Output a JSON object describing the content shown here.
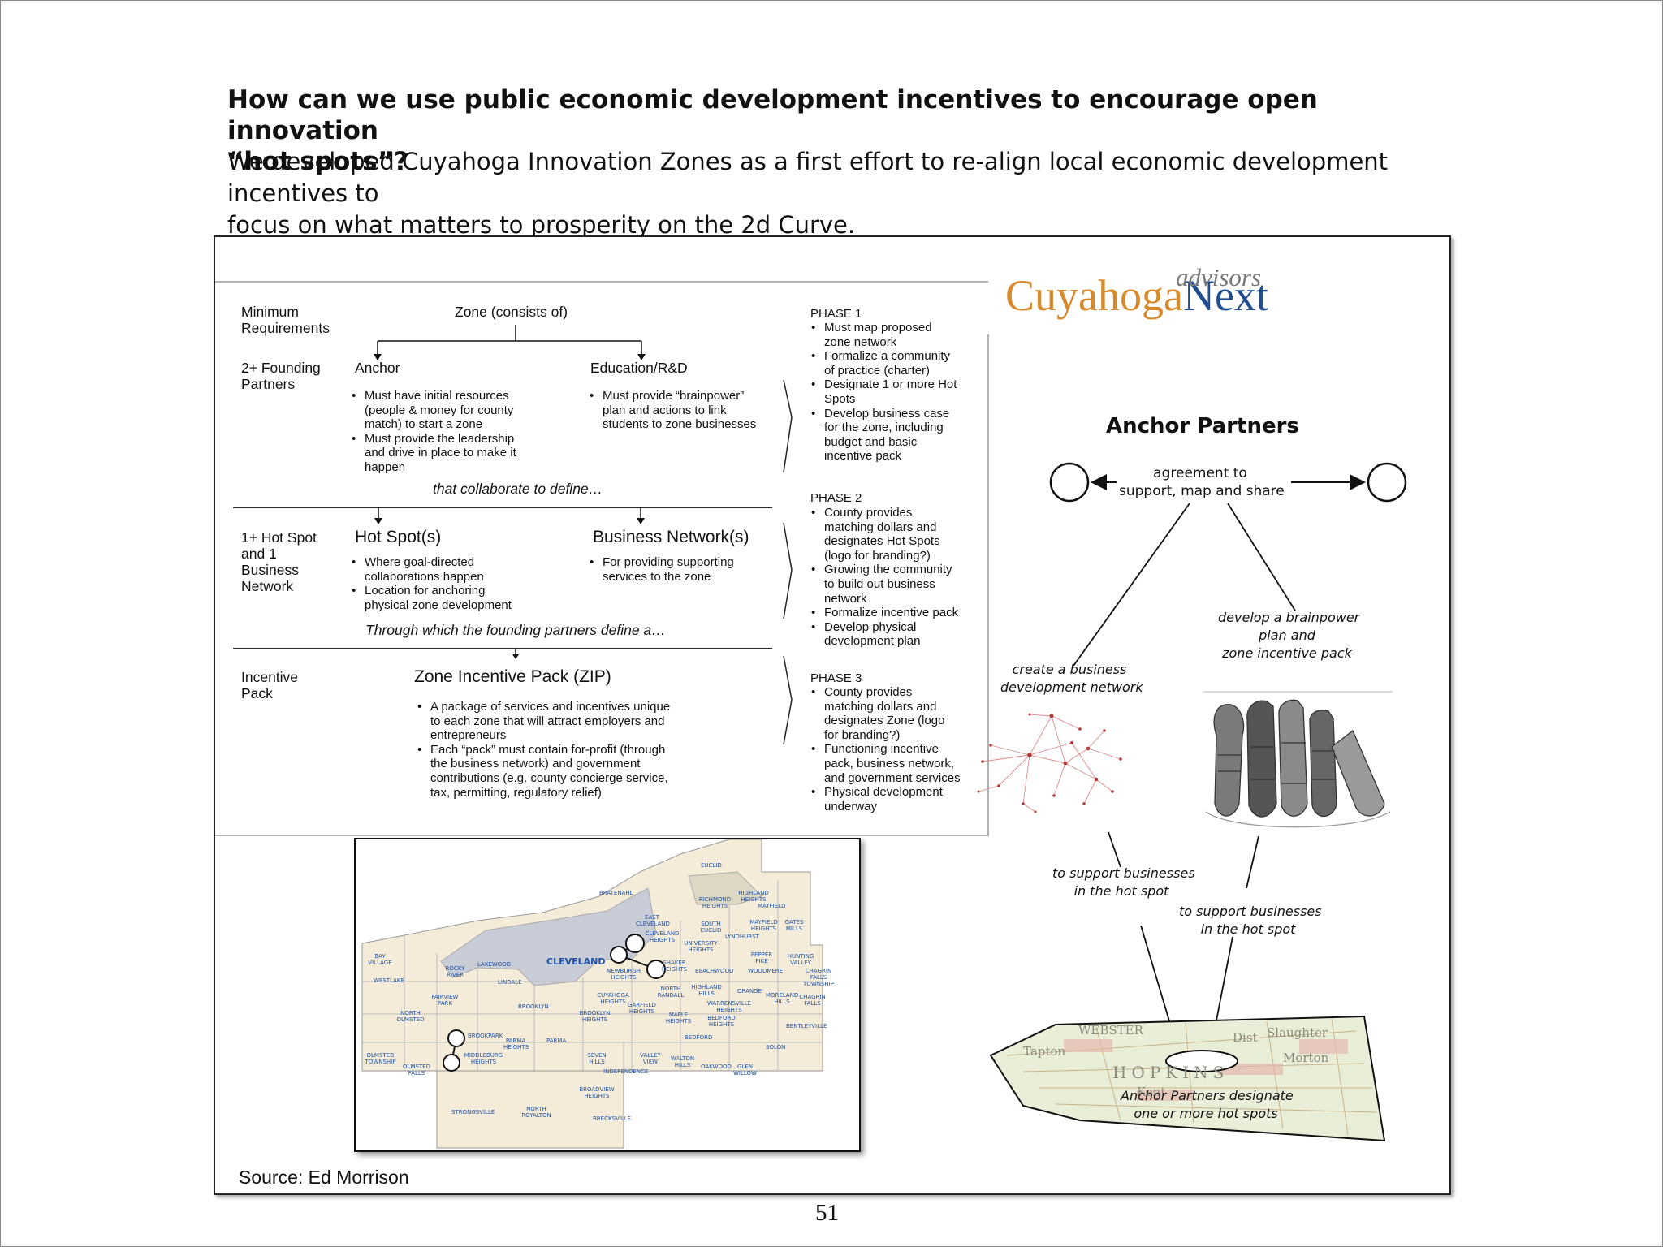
{
  "slide": {
    "heading_line1": "How can we use public economic development incentives to encourage open innovation",
    "heading_line2": "“hot spots”?",
    "subtext_line1": "We developed Cuyahoga Innovation Zones as a first effort to re-align local economic development incentives to",
    "subtext_line2": "focus on what matters to prosperity on the 2d Curve.",
    "source": "Source: Ed Morrison",
    "page_number": "51"
  },
  "diagram": {
    "row1_label": [
      "Minimum",
      "Requirements"
    ],
    "zone_header": "Zone (consists of)",
    "row2_label": [
      "2+ Founding",
      "Partners"
    ],
    "anchor_title": "Anchor",
    "anchor_bullets": [
      [
        "Must have initial resources",
        "(people & money for county",
        "match) to start a zone"
      ],
      [
        "Must provide the leadership",
        "and drive in place to make it",
        "happen"
      ]
    ],
    "edu_title": "Education/R&D",
    "edu_bullets": [
      [
        "Must provide “brainpower”",
        "plan and actions to link",
        "students to zone businesses"
      ]
    ],
    "collab_text": "that collaborate to define…",
    "row3_label": [
      "1+ Hot Spot",
      "and 1",
      "Business",
      "Network"
    ],
    "hotspot_title": "Hot Spot(s)",
    "hotspot_bullets": [
      [
        "Where goal-directed",
        "collaborations happen"
      ],
      [
        "Location for anchoring",
        "physical zone development"
      ]
    ],
    "bn_title": "Business Network(s)",
    "bn_bullets": [
      [
        "For providing supporting",
        "services to the zone"
      ]
    ],
    "through_text": "Through which the founding partners define a…",
    "row4_label": [
      "Incentive",
      "Pack"
    ],
    "zip_title": "Zone Incentive Pack (ZIP)",
    "zip_bullets": [
      [
        "A package of services and incentives unique",
        "to each zone that will attract employers and",
        "entrepreneurs"
      ],
      [
        "Each “pack” must contain for-profit (through",
        "the business network) and government",
        "contributions (e.g. county concierge service,",
        "tax, permitting, regulatory relief)"
      ]
    ],
    "phases": [
      {
        "title": "PHASE 1",
        "bullets": [
          [
            "Must map proposed",
            "zone network"
          ],
          [
            "Formalize a community",
            "of practice (charter)"
          ],
          [
            "Designate 1 or more Hot",
            "Spots"
          ],
          [
            "Develop business case",
            "for the zone, including",
            "budget and basic",
            "incentive pack"
          ]
        ]
      },
      {
        "title": "PHASE 2",
        "bullets": [
          [
            "County provides",
            "matching dollars and",
            "designates Hot Spots",
            "(logo for branding?)"
          ],
          [
            "Growing the community",
            "to build out business",
            "network"
          ],
          [
            "Formalize incentive pack"
          ],
          [
            "Develop physical",
            "development plan"
          ]
        ]
      },
      {
        "title": "PHASE 3",
        "bullets": [
          [
            "County provides",
            "matching dollars and",
            "designates Zone (logo",
            "for branding?)"
          ],
          [
            "Functioning incentive",
            "pack, business network,",
            "and government services"
          ],
          [
            "Physical development",
            "underway"
          ]
        ]
      }
    ]
  },
  "logo": {
    "part1": "Cuyahoga",
    "part2": "Next",
    "advisors": "advisors",
    "color1": "#d68a2c",
    "color2": "#1f4d8f"
  },
  "anchor_diagram": {
    "title": "Anchor Partners",
    "agreement": [
      "agreement to",
      "support, map and share"
    ],
    "create_network": [
      "create a business",
      "development network"
    ],
    "brainpower": [
      "develop a brainpower",
      "plan and",
      "zone incentive pack"
    ],
    "support_left": [
      "to support businesses",
      "in the hot spot"
    ],
    "support_right": [
      "to support businesses",
      "in the hot spot"
    ],
    "designate": [
      "Anchor Partners designate",
      "one or more hot spots"
    ],
    "street_map_words": [
      "WEBSTER",
      "Slaughter",
      "Tapton",
      "HOPKINS",
      "Dist",
      "Morton",
      "Kent"
    ]
  },
  "county_map": {
    "cities": [
      "EUCLID",
      "BRATENAHL",
      "HIGHLAND HEIGHTS",
      "RICHMOND HEIGHTS",
      "MAYFIELD",
      "EAST CLEVELAND",
      "SOUTH EUCLID",
      "LYNDHURST",
      "MAYFIELD HEIGHTS",
      "GATES MILLS",
      "CLEVELAND HEIGHTS",
      "UNIVERSITY HEIGHTS",
      "CLEVELAND",
      "PEPPER PIKE",
      "HUNTING VALLEY",
      "BAY VILLAGE",
      "LAKEWOOD",
      "ROCKY RIVER",
      "NEWBURGH HEIGHTS",
      "SHAKER HEIGHTS",
      "BEACHWOOD",
      "WOODMERE",
      "CHAGRIN FALLS TOWNSHIP",
      "WESTLAKE",
      "LINDALE",
      "CUYAHOGA HEIGHTS",
      "NORTH RANDALL",
      "HIGHLAND HILLS",
      "ORANGE",
      "MORELAND HILLS",
      "CHAGRIN FALLS",
      "FAIRVIEW PARK",
      "BROOKLYN",
      "GARFIELD HEIGHTS",
      "WARRENSVILLE HEIGHTS",
      "NORTH OLMSTED",
      "BROOKLYN HEIGHTS",
      "MAPLE HEIGHTS",
      "BEDFORD HEIGHTS",
      "BENTLEYVILLE",
      "BROOKPARK",
      "PARMA HEIGHTS",
      "PARMA",
      "BEDFORD",
      "SOLON",
      "OLMSTED TOWNSHIP",
      "MIDDLEBURG HEIGHTS",
      "SEVEN HILLS",
      "VALLEY VIEW",
      "WALTON HILLS",
      "OAKWOOD",
      "GLEN WILLOW",
      "OLMSTED FALLS",
      "INDEPENDENCE",
      "BROADVIEW HEIGHTS",
      "STRONGSVILLE",
      "NORTH ROYALTON",
      "BRECKSVILLE"
    ]
  }
}
